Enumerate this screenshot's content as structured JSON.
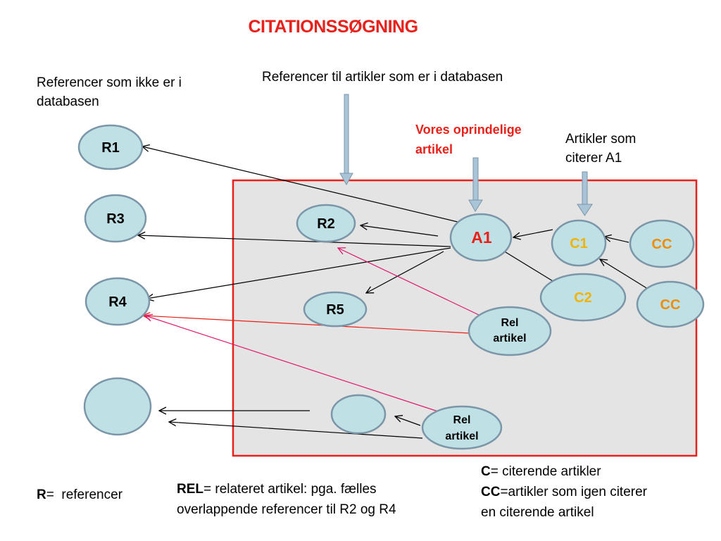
{
  "title": "CITATIONSSØGNING",
  "labels": {
    "refs_not_in_db": [
      "Referencer som ikke er i",
      "databasen"
    ],
    "refs_in_db": "Referencer til artikler som er i databasen",
    "original_article": [
      "Vores oprindelige",
      "artikel"
    ],
    "citing_articles": [
      "Artikler som",
      "citerer A1"
    ]
  },
  "nodes": {
    "r1": "R1",
    "r3": "R3",
    "r4": "R4",
    "r2": "R2",
    "r5": "R5",
    "a1": "A1",
    "c1": "C1",
    "c2": "C2",
    "cc_top": "CC",
    "cc_bottom": "CC",
    "rel_top": [
      "Rel",
      "artikel"
    ],
    "rel_bottom": [
      "Rel",
      "artikel"
    ]
  },
  "legend": {
    "r_key": "R",
    "r_text": "=  referencer",
    "rel_key": "REL",
    "rel_text_1": "= relateret artikel: pga. fælles",
    "rel_text_2": "overlappende referencer til R2 og R4",
    "c_key": "C",
    "c_text": "= citerende artikler",
    "cc_key": "CC",
    "cc_text_1": "=artikler som igen citerer",
    "cc_text_2": "en citerende artikel"
  },
  "colors": {
    "title": "#e8211a",
    "database_border": "#e8211a",
    "database_fill": "#e4e4e4",
    "node_fill": "#bfe0e4",
    "node_stroke": "#7b96a8",
    "a1_text": "#e8211a",
    "c_text": "#f0b400",
    "cc_text": "#f08c00",
    "related_arrow": "#e0186c",
    "rel_to_r4_arrow": "#e8211a",
    "down_arrow": "#a9c4d6"
  }
}
